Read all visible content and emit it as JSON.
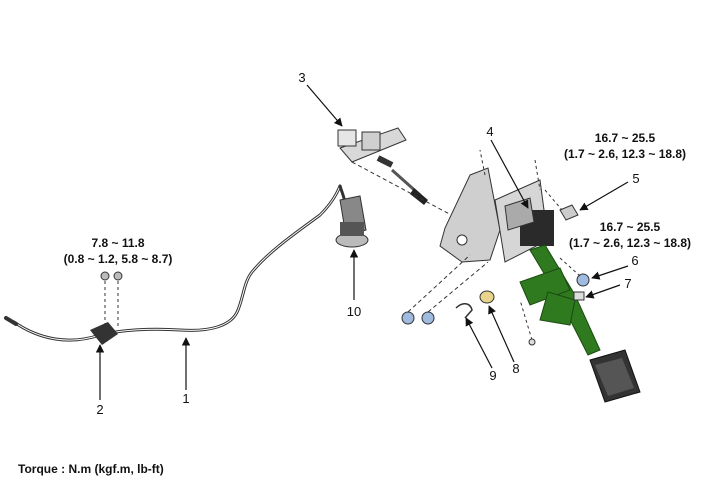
{
  "callouts": [
    "1",
    "2",
    "3",
    "4",
    "5",
    "6",
    "7",
    "8",
    "9",
    "10"
  ],
  "torques": {
    "bracket_bolts": {
      "line1": "7.8 ~ 11.8",
      "line2": "(0.8 ~ 1.2, 5.8 ~ 8.7)"
    },
    "bolt_5": {
      "line1": "16.7 ~ 25.5",
      "line2": "(1.7 ~ 2.6, 12.3 ~ 18.8)"
    },
    "nut_6": {
      "line1": "16.7 ~ 25.5",
      "line2": "(1.7 ~ 2.6, 12.3 ~ 18.8)"
    }
  },
  "footer": "Torque : N.m (kgf.m, lb-ft)",
  "colors": {
    "pedal_arm": "#2f7a1f",
    "line": "#333333",
    "part_gray": "#9a9a9a",
    "dark": "#222222"
  }
}
